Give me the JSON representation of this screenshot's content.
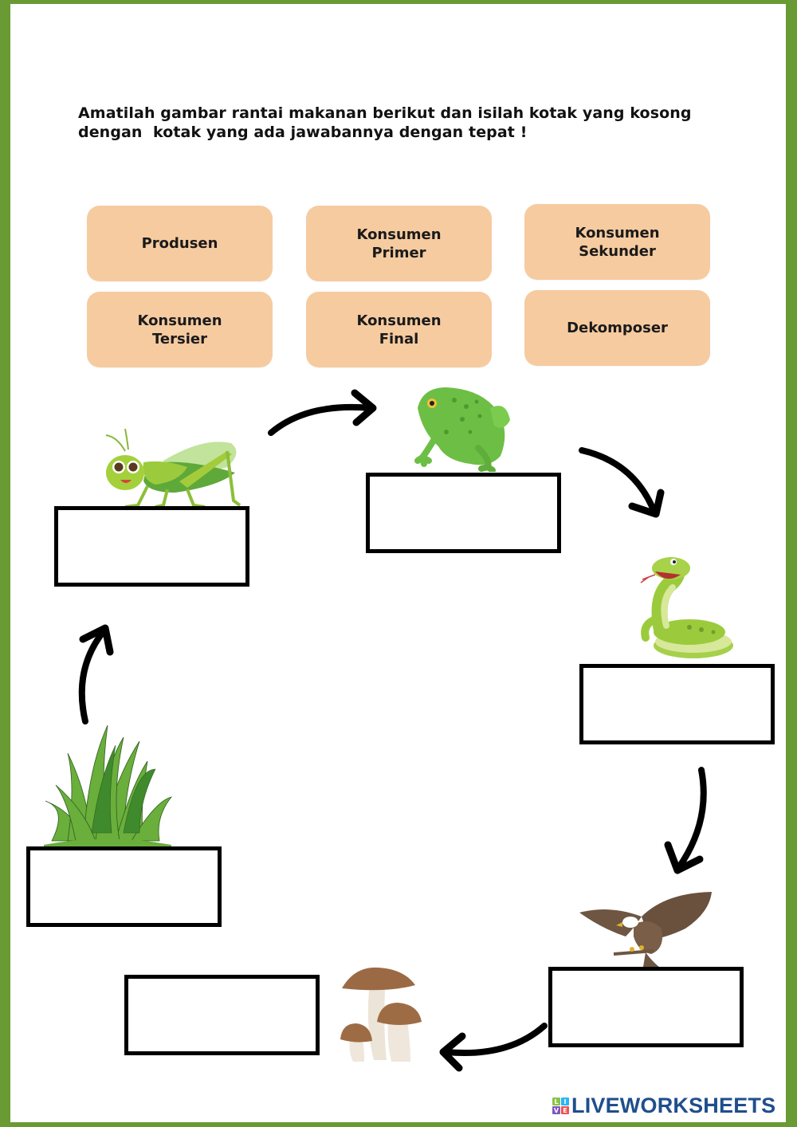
{
  "instruction": {
    "line1": "Amatilah gambar rantai makanan berikut dan isilah kotak yang kosong",
    "line2": "dengan  kotak yang ada jawabannya dengan tepat !"
  },
  "answer_cards": [
    {
      "label": "Produsen"
    },
    {
      "label": "Konsumen\nPrimer"
    },
    {
      "label": "Konsumen\nSekunder"
    },
    {
      "label": "Konsumen\nTersier"
    },
    {
      "label": "Konsumen\nFinal"
    },
    {
      "label": "Dekomposer"
    }
  ],
  "food_chain": [
    {
      "organism": "grasshopper-icon",
      "answer": ""
    },
    {
      "organism": "frog-icon",
      "answer": ""
    },
    {
      "organism": "snake-icon",
      "answer": ""
    },
    {
      "organism": "eagle-icon",
      "answer": ""
    },
    {
      "organism": "mushroom-icon",
      "answer": ""
    },
    {
      "organism": "grass-icon",
      "answer": ""
    }
  ],
  "colors": {
    "border": "#6A9A34",
    "card": "#F6CBA0",
    "logo_text": "#1F4E8C"
  },
  "branding": {
    "logo_letters": [
      "L",
      "I",
      "V",
      "E"
    ],
    "logo_text": "LIVEWORKSHEETS"
  }
}
